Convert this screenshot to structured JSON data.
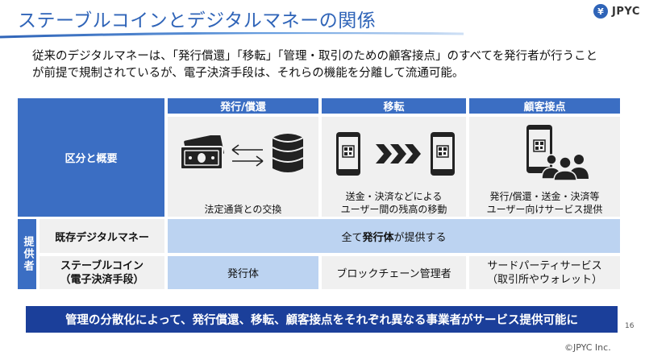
{
  "header": {
    "title": "ステーブルコインとデジタルマネーの関係",
    "logo_mark": "¥",
    "logo_text": "JPYC"
  },
  "intro": {
    "line1": "従来のデジタルマネーは、「発行償還」「移転」「管理・取引のための顧客接点」のすべてを発行者が行うこと",
    "line2": "が前提で規制されているが、電子決済手段は、それらの機能を分離して流通可能。"
  },
  "table": {
    "columns": [
      "発行/償還",
      "移転",
      "顧客接点"
    ],
    "overview_label": "区分と概要",
    "descriptions": {
      "issue": [
        "法定通貨との交換"
      ],
      "transfer": [
        "送金・決済などによる",
        "ユーザー間の残高の移動"
      ],
      "contact": [
        "発行/償還・送金・決済等",
        "ユーザー向けサービス提供"
      ]
    },
    "provider_label": "提供者",
    "existing": {
      "label": "既存デジタルマネー",
      "prefix": "全て",
      "bold": "発行体",
      "suffix": "が提供する"
    },
    "stablecoin": {
      "label_line1": "ステーブルコイン",
      "label_line2": "（電子決済手段）",
      "issue": "発行体",
      "transfer": "ブロックチェーン管理者",
      "contact_line1": "サードパーティサービス",
      "contact_line2": "（取引所やウォレット）"
    }
  },
  "banner": "管理の分散化によって、発行償還、移転、顧客接点をそれぞれ異なる事業者がサービス提供可能に",
  "footer": {
    "copyright": "©JPYC Inc.",
    "page_number": "16"
  },
  "colors": {
    "title": "#2f64b8",
    "header_blue": "#3b6ec3",
    "light_blue": "#bcd3f1",
    "banner_navy": "#1b3f9a",
    "cell_gray": "#f0f0f0"
  }
}
